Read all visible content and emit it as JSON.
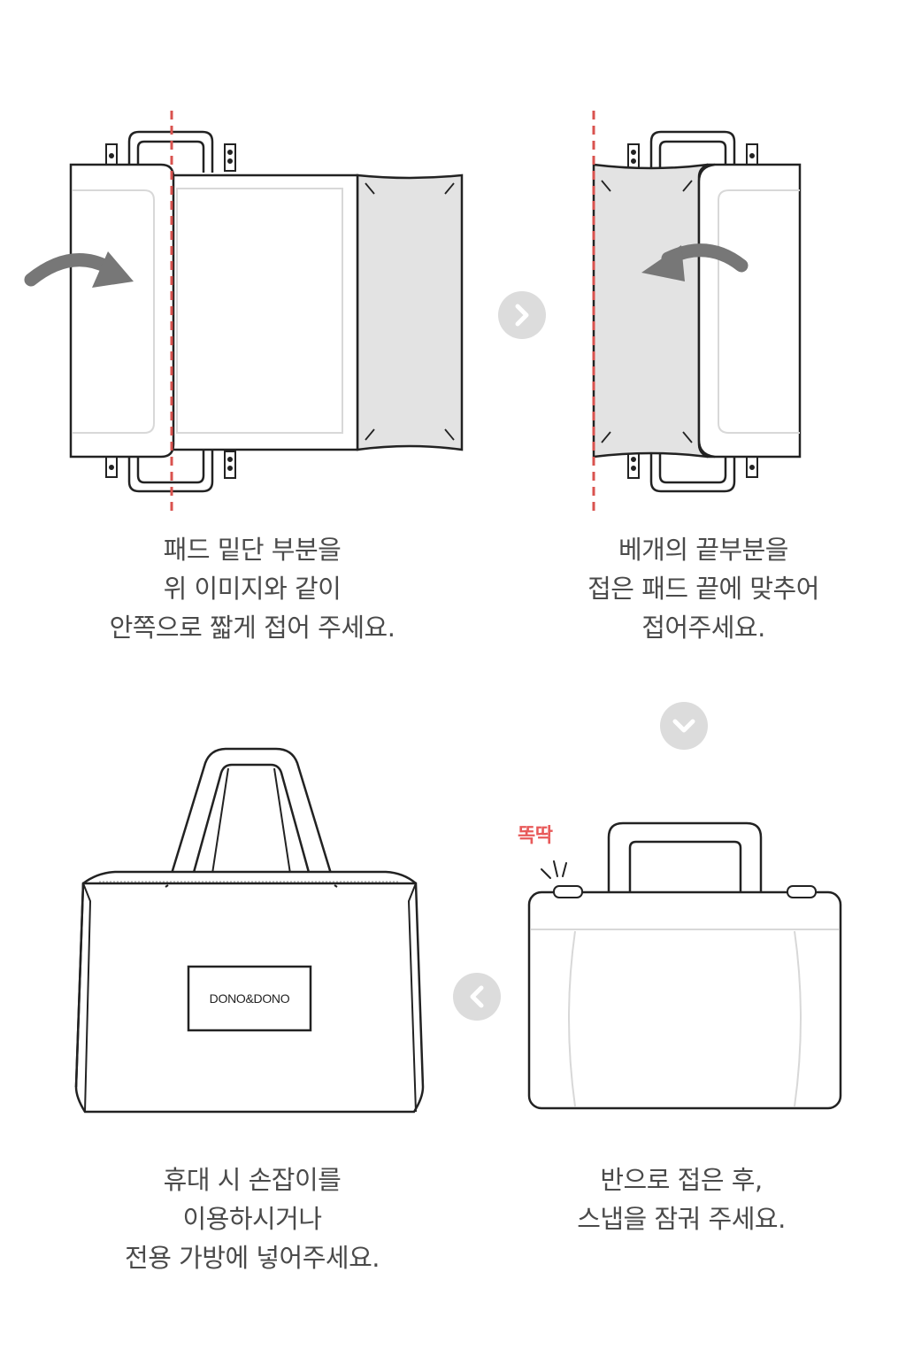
{
  "steps": [
    {
      "lines": [
        "패드 밑단 부분을",
        "위 이미지와 같이",
        "안쪽으로 짧게 접어 주세요."
      ]
    },
    {
      "lines": [
        "베개의 끝부분을",
        "접은 패드 끝에 맞추어",
        "접어주세요."
      ]
    },
    {
      "lines": [
        "휴대 시 손잡이를",
        "이용하시거나",
        "전용 가방에 넣어주세요."
      ]
    },
    {
      "lines": [
        "반으로 접은 후,",
        "스냅을 잠궈 주세요."
      ]
    }
  ],
  "snap_sound": "똑딱",
  "bag_logo": "DONO&DONO",
  "nav": {
    "next_right": "chevron-right-icon",
    "next_down": "chevron-down-icon",
    "next_left": "chevron-left-icon"
  },
  "colors": {
    "outline": "#222222",
    "fold_guide": "#d9534f",
    "pillow_fill": "#e3e3e3",
    "arrow": "#777777",
    "nav_circle": "#dcdcdc",
    "caption_text": "#4a4a4a",
    "snap_text": "#e85a5a"
  }
}
